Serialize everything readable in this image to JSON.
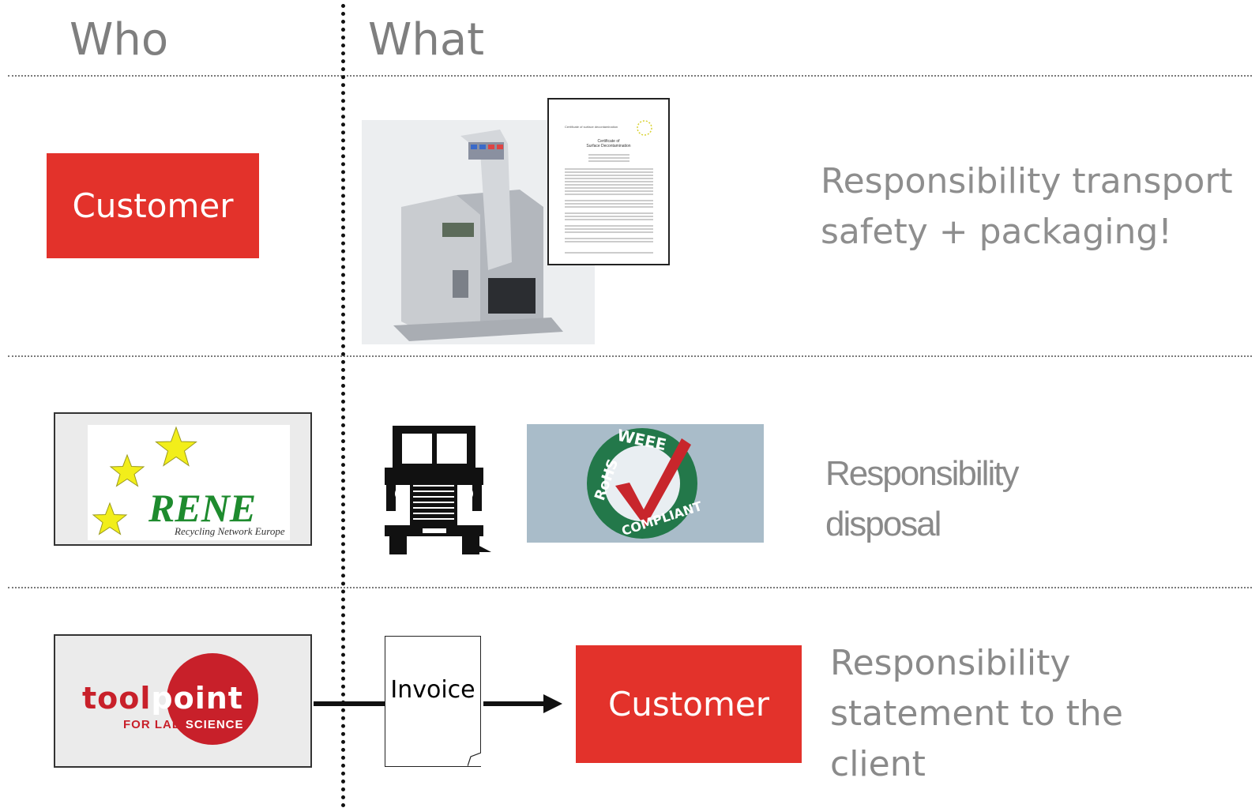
{
  "headers": {
    "who": "Who",
    "what": "What"
  },
  "rows": [
    {
      "who_label": "Customer",
      "what_items": [
        "instrument-image",
        "certificate-document"
      ],
      "certificate": {
        "title_small": "Certificate of surface decontamination",
        "title": "Certificate of",
        "subtitle": "Surface Decontamination"
      },
      "responsibility": [
        "Responsibility transport",
        "safety + packaging!"
      ]
    },
    {
      "who_logo": {
        "name": "RENE",
        "tagline": "Recycling Network Europe"
      },
      "badge": {
        "top": "WEEE",
        "left": "RoHS",
        "bottom": "COMPLIANT"
      },
      "responsibility": [
        "Responsibility",
        "disposal"
      ]
    },
    {
      "who_logo": {
        "name_part1": "tool",
        "name_part2": "point",
        "tagline_part1": "FOR LAB",
        "tagline_part2": "SCIENCE"
      },
      "invoice_label": "Invoice",
      "target_label": "Customer",
      "responsibility": [
        "Responsibility",
        "statement to the",
        "client"
      ]
    }
  ],
  "colors": {
    "red": "#e3322b",
    "header_grey": "#7f7f7f",
    "text_grey": "#8a8a8a",
    "rene_green": "#1e8b2e",
    "star_yellow": "#f2ee1a"
  }
}
